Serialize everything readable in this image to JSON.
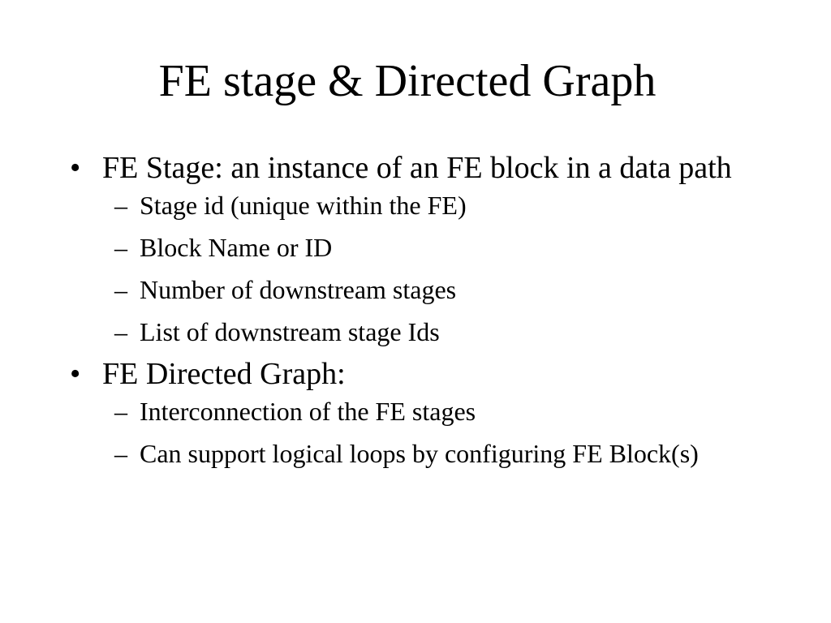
{
  "slide": {
    "title": "FE stage & Directed Graph",
    "bullets": [
      {
        "marker": "•",
        "text": "FE Stage: an instance of an FE block in a data path",
        "sub": [
          {
            "marker": "–",
            "text": "Stage id (unique within the FE)"
          },
          {
            "marker": "–",
            "text": "Block Name or ID"
          },
          {
            "marker": "–",
            "text": "Number of downstream stages"
          },
          {
            "marker": "–",
            "text": "List of downstream stage Ids"
          }
        ]
      },
      {
        "marker": "•",
        "text": "FE Directed Graph:",
        "sub": [
          {
            "marker": "–",
            "text": "Interconnection of the FE stages"
          },
          {
            "marker": "–",
            "text": "Can support logical loops by configuring FE Block(s)"
          }
        ]
      }
    ]
  }
}
